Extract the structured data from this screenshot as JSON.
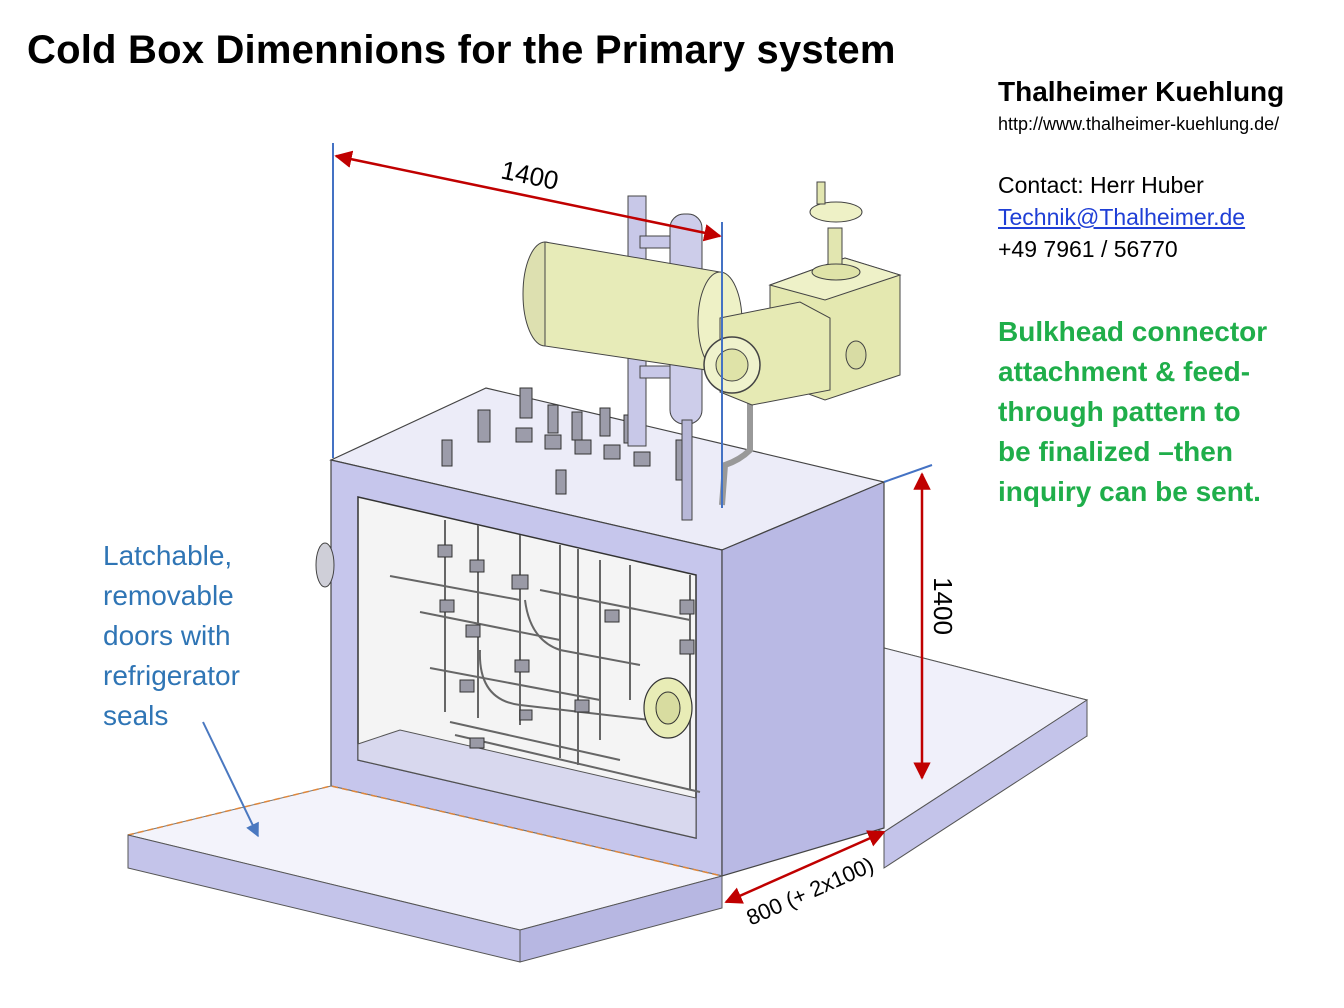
{
  "title": "Cold Box Dimennions for the Primary system",
  "company": {
    "name": "Thalheimer Kuehlung",
    "url": "http://www.thalheimer-kuehlung.de/",
    "contact": "Contact: Herr Huber",
    "email": "Technik@Thalheimer.de",
    "phone": "+49 7961 / 56770"
  },
  "note": {
    "lines": [
      "Bulkhead connector",
      "attachment & feed-",
      "through pattern to",
      "be finalized –then",
      "inquiry can be sent."
    ],
    "color": "#1fae4a"
  },
  "doors_label": {
    "lines": [
      "Latchable,",
      "removable",
      "doors with",
      "refrigerator",
      "seals"
    ],
    "color": "#2f75b5"
  },
  "dimensions": {
    "width": "1400",
    "height": "1400",
    "depth": "800 (+ 2x100)"
  },
  "colors": {
    "box_face": "#c8c8ec",
    "box_top": "#ebebf7",
    "dimension_arrow": "#c00000",
    "extension_line": "#4472c4",
    "equipment": "#e6ebb4"
  }
}
